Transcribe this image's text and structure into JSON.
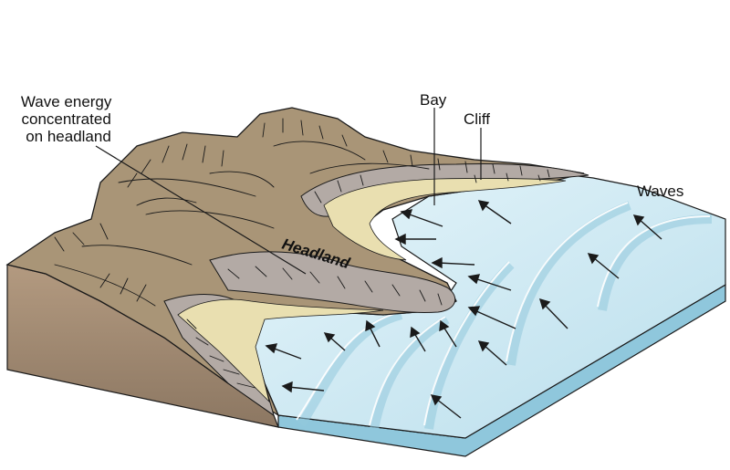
{
  "labels": {
    "wave_energy": [
      "Wave energy",
      "concentrated",
      "on headland"
    ],
    "bay": "Bay",
    "cliff": "Cliff",
    "waves": "Waves",
    "headland": "Headland"
  },
  "colors": {
    "land": "#a99577",
    "land_dark": "#7a6a52",
    "cliff_face": "#b3aaa5",
    "beach": "#e9dfb0",
    "water": "#cde9f3",
    "water_deep": "#a9d6e8",
    "water_edge": "#8fc7dc",
    "soil_side": "#a18b73",
    "outline": "#1a1a1a"
  }
}
